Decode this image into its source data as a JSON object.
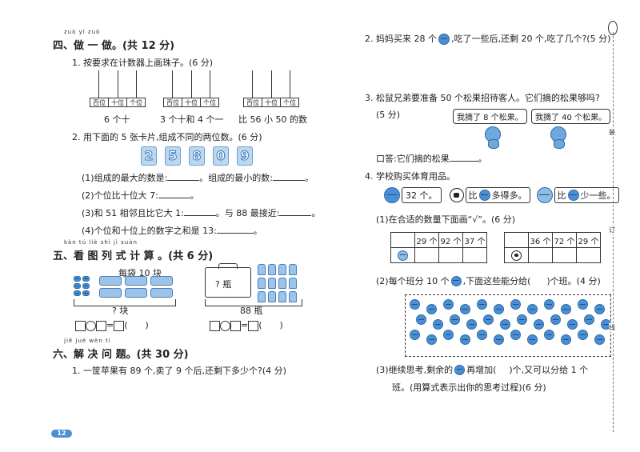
{
  "left": {
    "sec4": {
      "pinyin": "zuò yī zuò",
      "title": "四、做 一 做。(共 12 分)"
    },
    "q1": {
      "text": "1. 按要求在计数器上画珠子。(6 分)",
      "abacus_labels": [
        "百位",
        "十位",
        "个位"
      ],
      "captions": [
        "6 个十",
        "3 个十和 4 个一",
        "比 56 小 50 的数"
      ]
    },
    "q2": {
      "text": "2. 用下面的 5 张卡片,组成不同的两位数。(6 分)",
      "cards": [
        "2",
        "5",
        "8",
        "0",
        "9"
      ],
      "lines": [
        {
          "a": "(1)组成的最大的数是:",
          "b": "。组成的最小的数:",
          "c": "。"
        },
        {
          "a": "(2)个位比十位大 7:",
          "c": "。"
        },
        {
          "a": "(3)和 51 相邻且比它大 1:",
          "b": "。与 88 最接近:",
          "c": "。"
        },
        {
          "a": "(4)个位和十位上的数字之和是 13:",
          "c": "。"
        }
      ]
    },
    "sec5": {
      "pinyin": "kàn tú liè shì jì suàn",
      "title": "五、看 图 列 式 计 算 。(共 6 分)",
      "p1_label": "每袋 10 块",
      "p1_q": "? 块",
      "p2_box": "? 瓶",
      "p2_total": "88 瓶",
      "paren": "(　　)"
    },
    "sec6": {
      "pinyin": "jiě jué wèn tí",
      "title": "六、解 决 问 题。(共 30 分)",
      "q1": "1. 一筐苹果有 89 个,卖了 9 个后,还剩下多少个?(4 分)"
    },
    "page_number": "12"
  },
  "right": {
    "q2": {
      "a": "2. 妈妈买来 28 个",
      "b": ",吃了一些后,还剩 20 个,吃了几个?(5 分)"
    },
    "q3": {
      "line1": "3. 松鼠兄弟要准备 50 个松果招待客人。它们摘的松果够吗?",
      "line2": "(5 分)",
      "bubble1": "我摘了 8 个松果。",
      "bubble2": "我摘了 40 个松果。",
      "answer": "口答:它们摘的松果",
      "end": "。"
    },
    "q4": {
      "title": "4. 学校购买体育用品。",
      "c1_count": "32 个。",
      "c2_a": "比",
      "c2_b": "多得多。",
      "c3_a": "比",
      "c3_b": "少一些。",
      "sub1": "(1)在合适的数量下面画“√”。(6 分)",
      "table1": [
        "29 个",
        "92 个",
        "37 个"
      ],
      "table2": [
        "36 个",
        "72 个",
        "29 个"
      ],
      "sub2_a": "(2)每个班分 10 个",
      "sub2_b": ",下面这些能分给(",
      "sub2_c": ")个班。(4 分)",
      "balls_count": 36,
      "sub3_a": "(3)继续思考,剩余的",
      "sub3_b": "再增加(",
      "sub3_c": ")个,又可以分给 1 个",
      "sub3_line2": "班。(用算式表示出你的思考过程)(6 分)"
    }
  },
  "side_marks": [
    "装",
    "订",
    "线"
  ],
  "colors": {
    "ball": "#4a8fd4",
    "card": "#bcd8f0"
  }
}
